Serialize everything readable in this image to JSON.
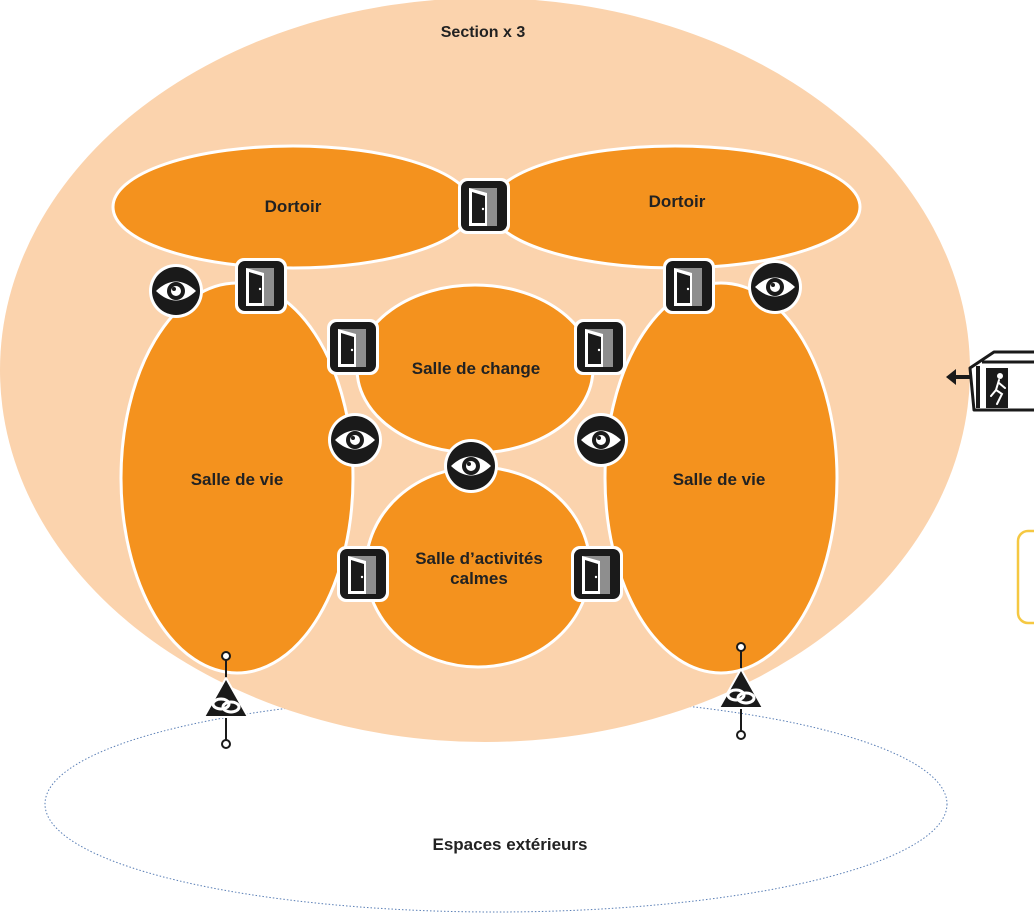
{
  "section": {
    "label": "Section x 3"
  },
  "rooms": {
    "dortoir_left": "Dortoir",
    "dortoir_right": "Dortoir",
    "salle_change": "Salle de change",
    "salle_vie_left": "Salle de vie",
    "salle_vie_right": "Salle de vie",
    "salle_activites_line1": "Salle d’activités",
    "salle_activites_line2": "calmes"
  },
  "outdoor": {
    "label": "Espaces extérieurs"
  },
  "icons": {
    "door": "door-icon",
    "eye": "eye-icon",
    "link": "link-icon",
    "exit": "exit-icon"
  },
  "colors": {
    "section_fill": "#fbd3ad",
    "room_fill": "#f4921e",
    "room_stroke": "#ffffff",
    "icon_dark": "#1a1a1a",
    "outdoor_stroke": "#5a7fb6",
    "note_border": "#f5c842"
  }
}
